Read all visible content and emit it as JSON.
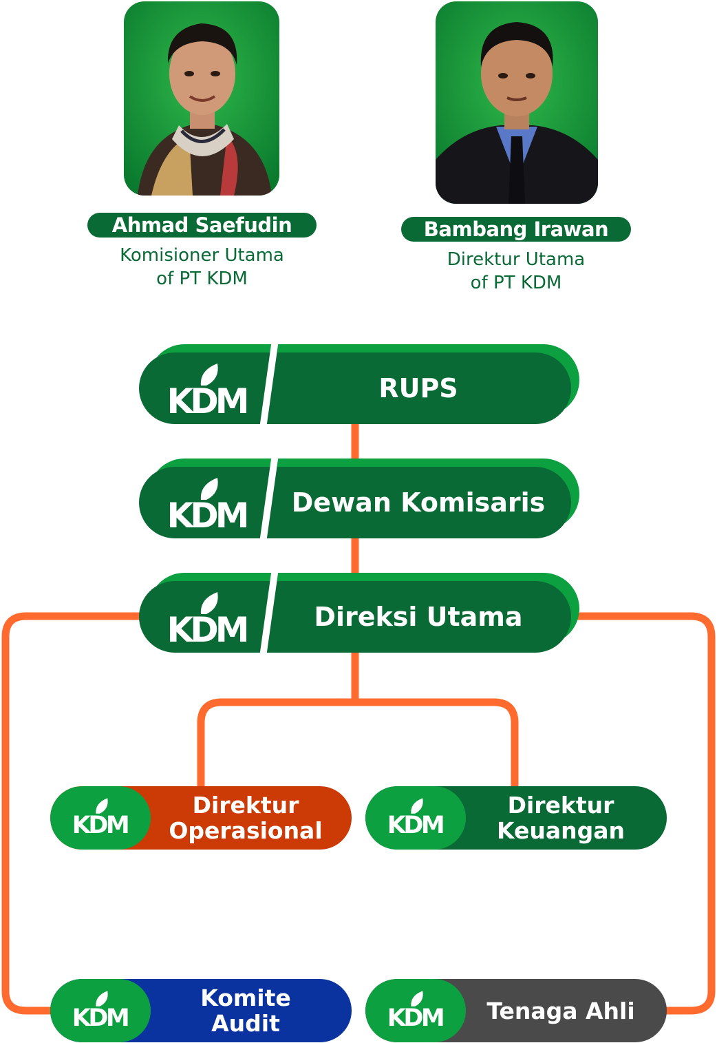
{
  "profiles": [
    {
      "name": "Ahmad Saefudin",
      "role_line1": "Komisioner Utama",
      "role_line2": "of PT KDM"
    },
    {
      "name": "Bambang Irawan",
      "role_line1": "Direktur Utama",
      "role_line2": "of PT KDM"
    }
  ],
  "logo_text": "KDM",
  "nodes": {
    "rups": "RUPS",
    "dewan_komisaris": "Dewan Komisaris",
    "direksi_utama": "Direksi Utama",
    "direktur_operasional": "Direktur\nOperasional",
    "direktur_keuangan": "Direktur\nKeuangan",
    "komite_audit": "Komite\nAudit",
    "tenaga_ahli": "Tenaga Ahli"
  },
  "colors": {
    "dark_green": "#0a6a36",
    "bright_green": "#0ca040",
    "connector_orange": "#ff6a2e",
    "operasional_red": "#cc3a05",
    "audit_blue": "#0a33a0",
    "tenaga_gray": "#4a4a4a"
  }
}
